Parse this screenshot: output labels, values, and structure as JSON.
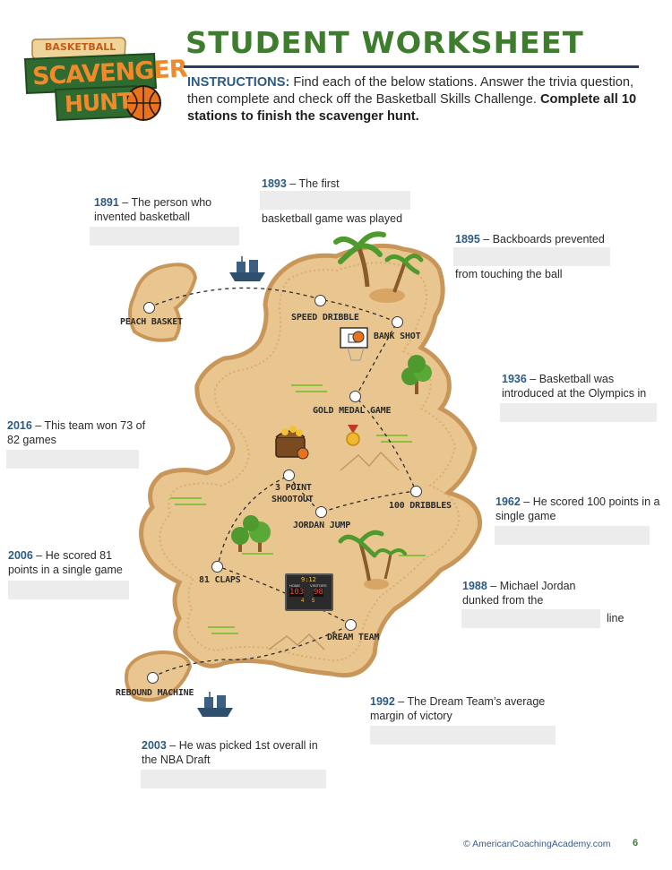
{
  "logo": {
    "small": "BASKETBALL",
    "line1": "SCAVENGER",
    "line2": "HUNT"
  },
  "header": {
    "title": "STUDENT WORKSHEET"
  },
  "instructions": {
    "lead": "INSTRUCTIONS:",
    "text": " Find each of the below stations. Answer the trivia question, then complete and check off the Basketball Skills Challenge. ",
    "strong": "Complete all 10 stations to finish the scavenger hunt."
  },
  "questions": {
    "q1891": {
      "year": "1891",
      "text": " – The person who invented basketball"
    },
    "q1893": {
      "year": "1893",
      "text": " – The first",
      "after": "basketball game was played"
    },
    "q1895": {
      "year": "1895",
      "text": " – Backboards prevented",
      "after": "from touching the ball"
    },
    "q1936": {
      "year": "1936",
      "text": " – Basketball was introduced at the Olympics in"
    },
    "q2016": {
      "year": "2016",
      "text": " – This team won 73 of 82 games"
    },
    "q1962": {
      "year": "1962",
      "text": " – He scored 100 points in a single game"
    },
    "q2006": {
      "year": "2006",
      "text": " – He scored 81 points in a single game"
    },
    "q1988": {
      "year": "1988",
      "text": " – Michael Jordan dunked from the",
      "after": "line"
    },
    "q1992": {
      "year": "1992",
      "text": "  – The Dream Team’s average margin of victory"
    },
    "q2003": {
      "year": "2003",
      "text": "  – He was picked 1st overall in the NBA Draft"
    }
  },
  "stations": {
    "peach_basket": "PEACH BASKET",
    "speed_dribble": "SPEED DRIBBLE",
    "bank_shot": "BANK SHOT",
    "gold_medal_game": "GOLD MEDAL GAME",
    "three_point_a": "3 POINT",
    "three_point_b": "SHOOTOUT",
    "hundred_dribbles": "100 DRIBBLES",
    "jordan_jump": "JORDAN JUMP",
    "eighty_one_claps": "81 CLAPS",
    "dream_team": "DREAM TEAM",
    "rebound_machine": "REBOUND MACHINE"
  },
  "scoreboard": {
    "clock": "9:12",
    "home_label": "HOME",
    "visitors_label": "VISITORS",
    "home": "103",
    "visitors": "98",
    "fouls_home": "4",
    "fouls_visitors": "5"
  },
  "footer": {
    "copyright": "© AmericanCoachingAcademy.com",
    "page": "6"
  },
  "colors": {
    "title_green": "#3e7d2e",
    "year_blue": "#2e5a83",
    "island_sand": "#e8c48e",
    "island_edge": "#d2a368",
    "answer_box": "#ececec"
  },
  "icons": [
    "scavenger-hunt-logo-icon",
    "pirate-ship-icon",
    "palm-tree-icon",
    "basketball-hoop-icon",
    "tree-icon",
    "gold-medal-icon",
    "treasure-chest-icon",
    "mountain-icon",
    "scoreboard-icon"
  ]
}
